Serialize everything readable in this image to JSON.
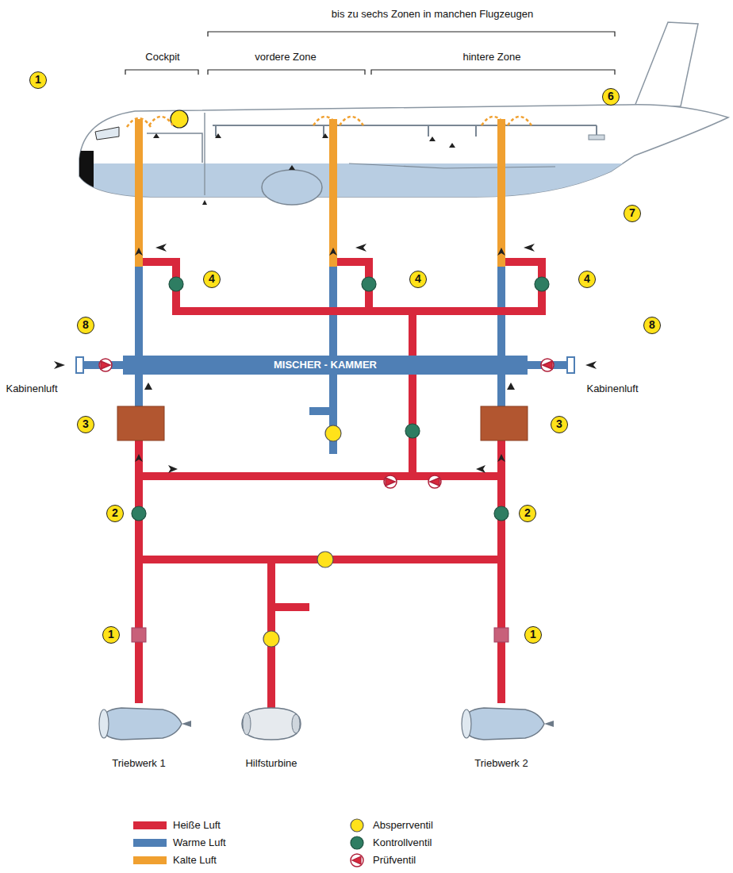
{
  "diagram": {
    "nodes": [
      {
        "text": [
          "MISCHER - KAMMER"
        ]
      },
      {
        "text": [
          "Triebwerk 1"
        ]
      },
      {
        "text": [
          "Hilfsturbine"
        ]
      },
      {
        "text": [
          "Triebwerk 2"
        ]
      }
    ],
    "edges": [
      {
        "from": 1,
        "to": 0,
        "arrow": "to"
      },
      {
        "from": 3,
        "to": 0,
        "arrow": "to"
      }
    ],
    "labels": [
      "bis zu sechs Zonen in manchen Flugzeugen",
      "Cockpit",
      "vordere Zone",
      "hintere Zone",
      "1",
      "6",
      "7",
      "4",
      "4",
      "4",
      "8",
      "8",
      "Kabinenluft",
      "Kabinenluft",
      "3",
      "3",
      "2",
      "2",
      "1",
      "1"
    ],
    "legend": [
      {
        "text": "Heiße Luft",
        "color": "#d8283c"
      },
      {
        "text": "Warme Luft",
        "color": "#4f7fb5"
      },
      {
        "text": "Kalte Luft",
        "color": "#f0a030"
      },
      {
        "text": "Absperrventil"
      },
      {
        "text": "Kontrollventil"
      },
      {
        "text": "Prüfventil"
      }
    ]
  }
}
